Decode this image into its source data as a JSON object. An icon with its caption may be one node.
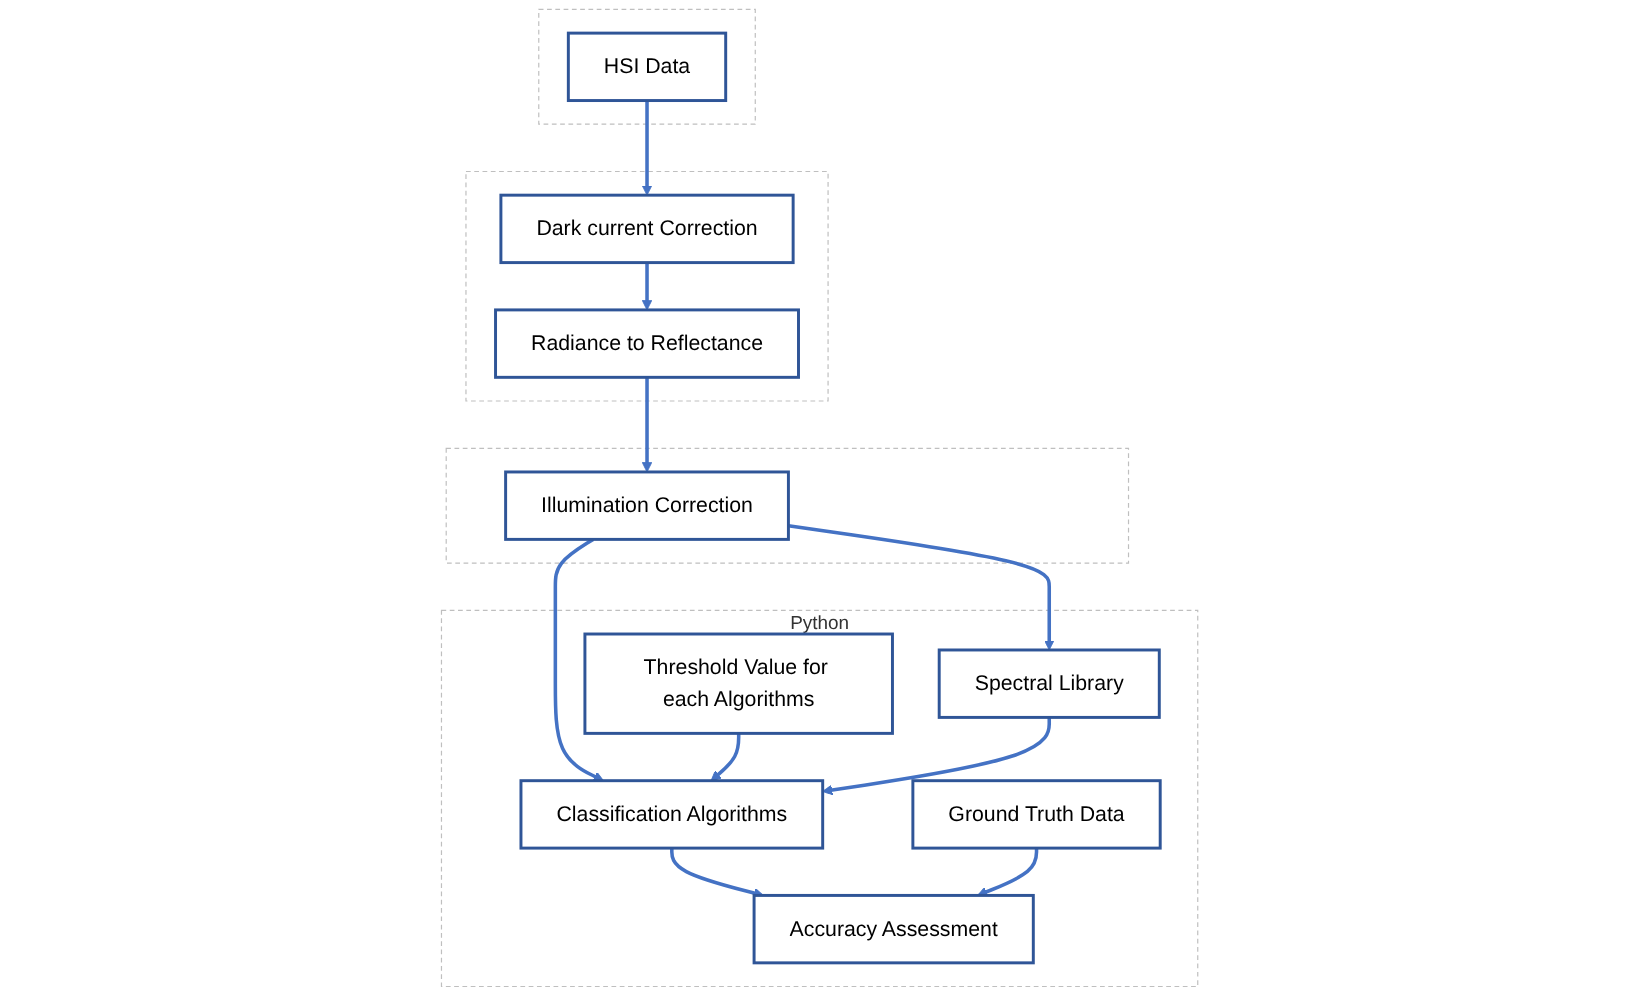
{
  "diagram": {
    "nodes": [
      {
        "text": [],
        "shape": "box"
      },
      {
        "text": [
          "HSI Data"
        ],
        "in": 0
      },
      {
        "text": [],
        "shape": "box"
      },
      {
        "text": [
          "Dark current Correction"
        ],
        "in": 2
      },
      {
        "text": [
          "Radiance to Reflectance"
        ],
        "in": 2
      },
      {
        "text": [],
        "shape": "box"
      },
      {
        "text": [
          "Illumination Correction"
        ],
        "in": 5
      },
      {
        "text": [
          "Python"
        ]
      },
      {
        "text": [
          "Threshold Value for each Algorithms"
        ],
        "in": 7
      },
      {
        "text": [
          "Classification Algorithms"
        ],
        "in": 7
      },
      {
        "text": [
          "Spectral Library"
        ],
        "in": 7
      },
      {
        "text": [
          "Ground Truth Data"
        ],
        "in": 7
      },
      {
        "text": [
          "Accuracy Assessment"
        ],
        "in": 7
      }
    ],
    "edges": [
      {
        "from": 1,
        "to": 3,
        "arrow": "to"
      },
      {
        "from": 3,
        "to": 4,
        "arrow": "to"
      },
      {
        "from": 4,
        "to": 6,
        "arrow": "to"
      },
      {
        "from": 6,
        "to": 9,
        "arrow": "to"
      },
      {
        "from": 6,
        "to": 10,
        "arrow": "to"
      },
      {
        "from": 8,
        "to": 9,
        "arrow": "to"
      },
      {
        "from": 10,
        "to": 9,
        "arrow": "to"
      },
      {
        "from": 9,
        "to": 12,
        "arrow": "to"
      },
      {
        "from": 11,
        "to": 12,
        "arrow": "to"
      }
    ]
  }
}
